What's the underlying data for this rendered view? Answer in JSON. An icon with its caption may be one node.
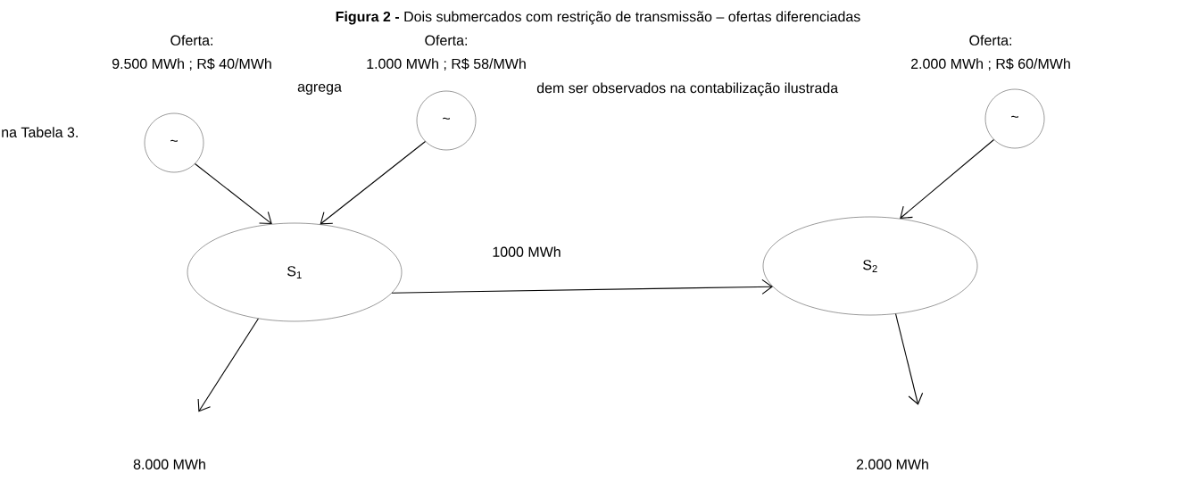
{
  "diagram": {
    "title": "**Figura 2 -** Dois submercados com restrição de transmissão – ofertas diferenciadas",
    "nodes": [
      {
        "text": [
          "~"
        ],
        "beside": [
          "Oferta:",
          "9.500 MWh ; R$ 40/MWh"
        ]
      },
      {
        "text": [
          "~"
        ],
        "beside": [
          "Oferta:",
          "1.000 MWh ; R$ 58/MWh"
        ]
      },
      {
        "text": [
          "~"
        ],
        "beside": [
          "Oferta:",
          "2.000 MWh ; R$ 60/MWh"
        ]
      },
      {
        "text": [
          "S$_{1}$"
        ]
      },
      {
        "text": [
          "S$_{2}$"
        ]
      },
      {
        "text": [
          "8.000 MWh"
        ]
      },
      {
        "text": [
          "2.000 MWh"
        ]
      }
    ],
    "edges": [
      {
        "from": 0,
        "to": 3,
        "arrow": "to"
      },
      {
        "from": 1,
        "to": 3,
        "arrow": "to"
      },
      {
        "from": 2,
        "to": 4,
        "arrow": "to"
      },
      {
        "from": 3,
        "to": 4,
        "arrow": "to",
        "label": "1000 MWh"
      },
      {
        "from": 3,
        "to": 5,
        "arrow": "to"
      },
      {
        "from": 4,
        "to": 6,
        "arrow": "to"
      }
    ],
    "labels": [
      "agrega",
      "dem ser observados na contabilização ilustrada",
      "na Tabela 3."
    ]
  }
}
